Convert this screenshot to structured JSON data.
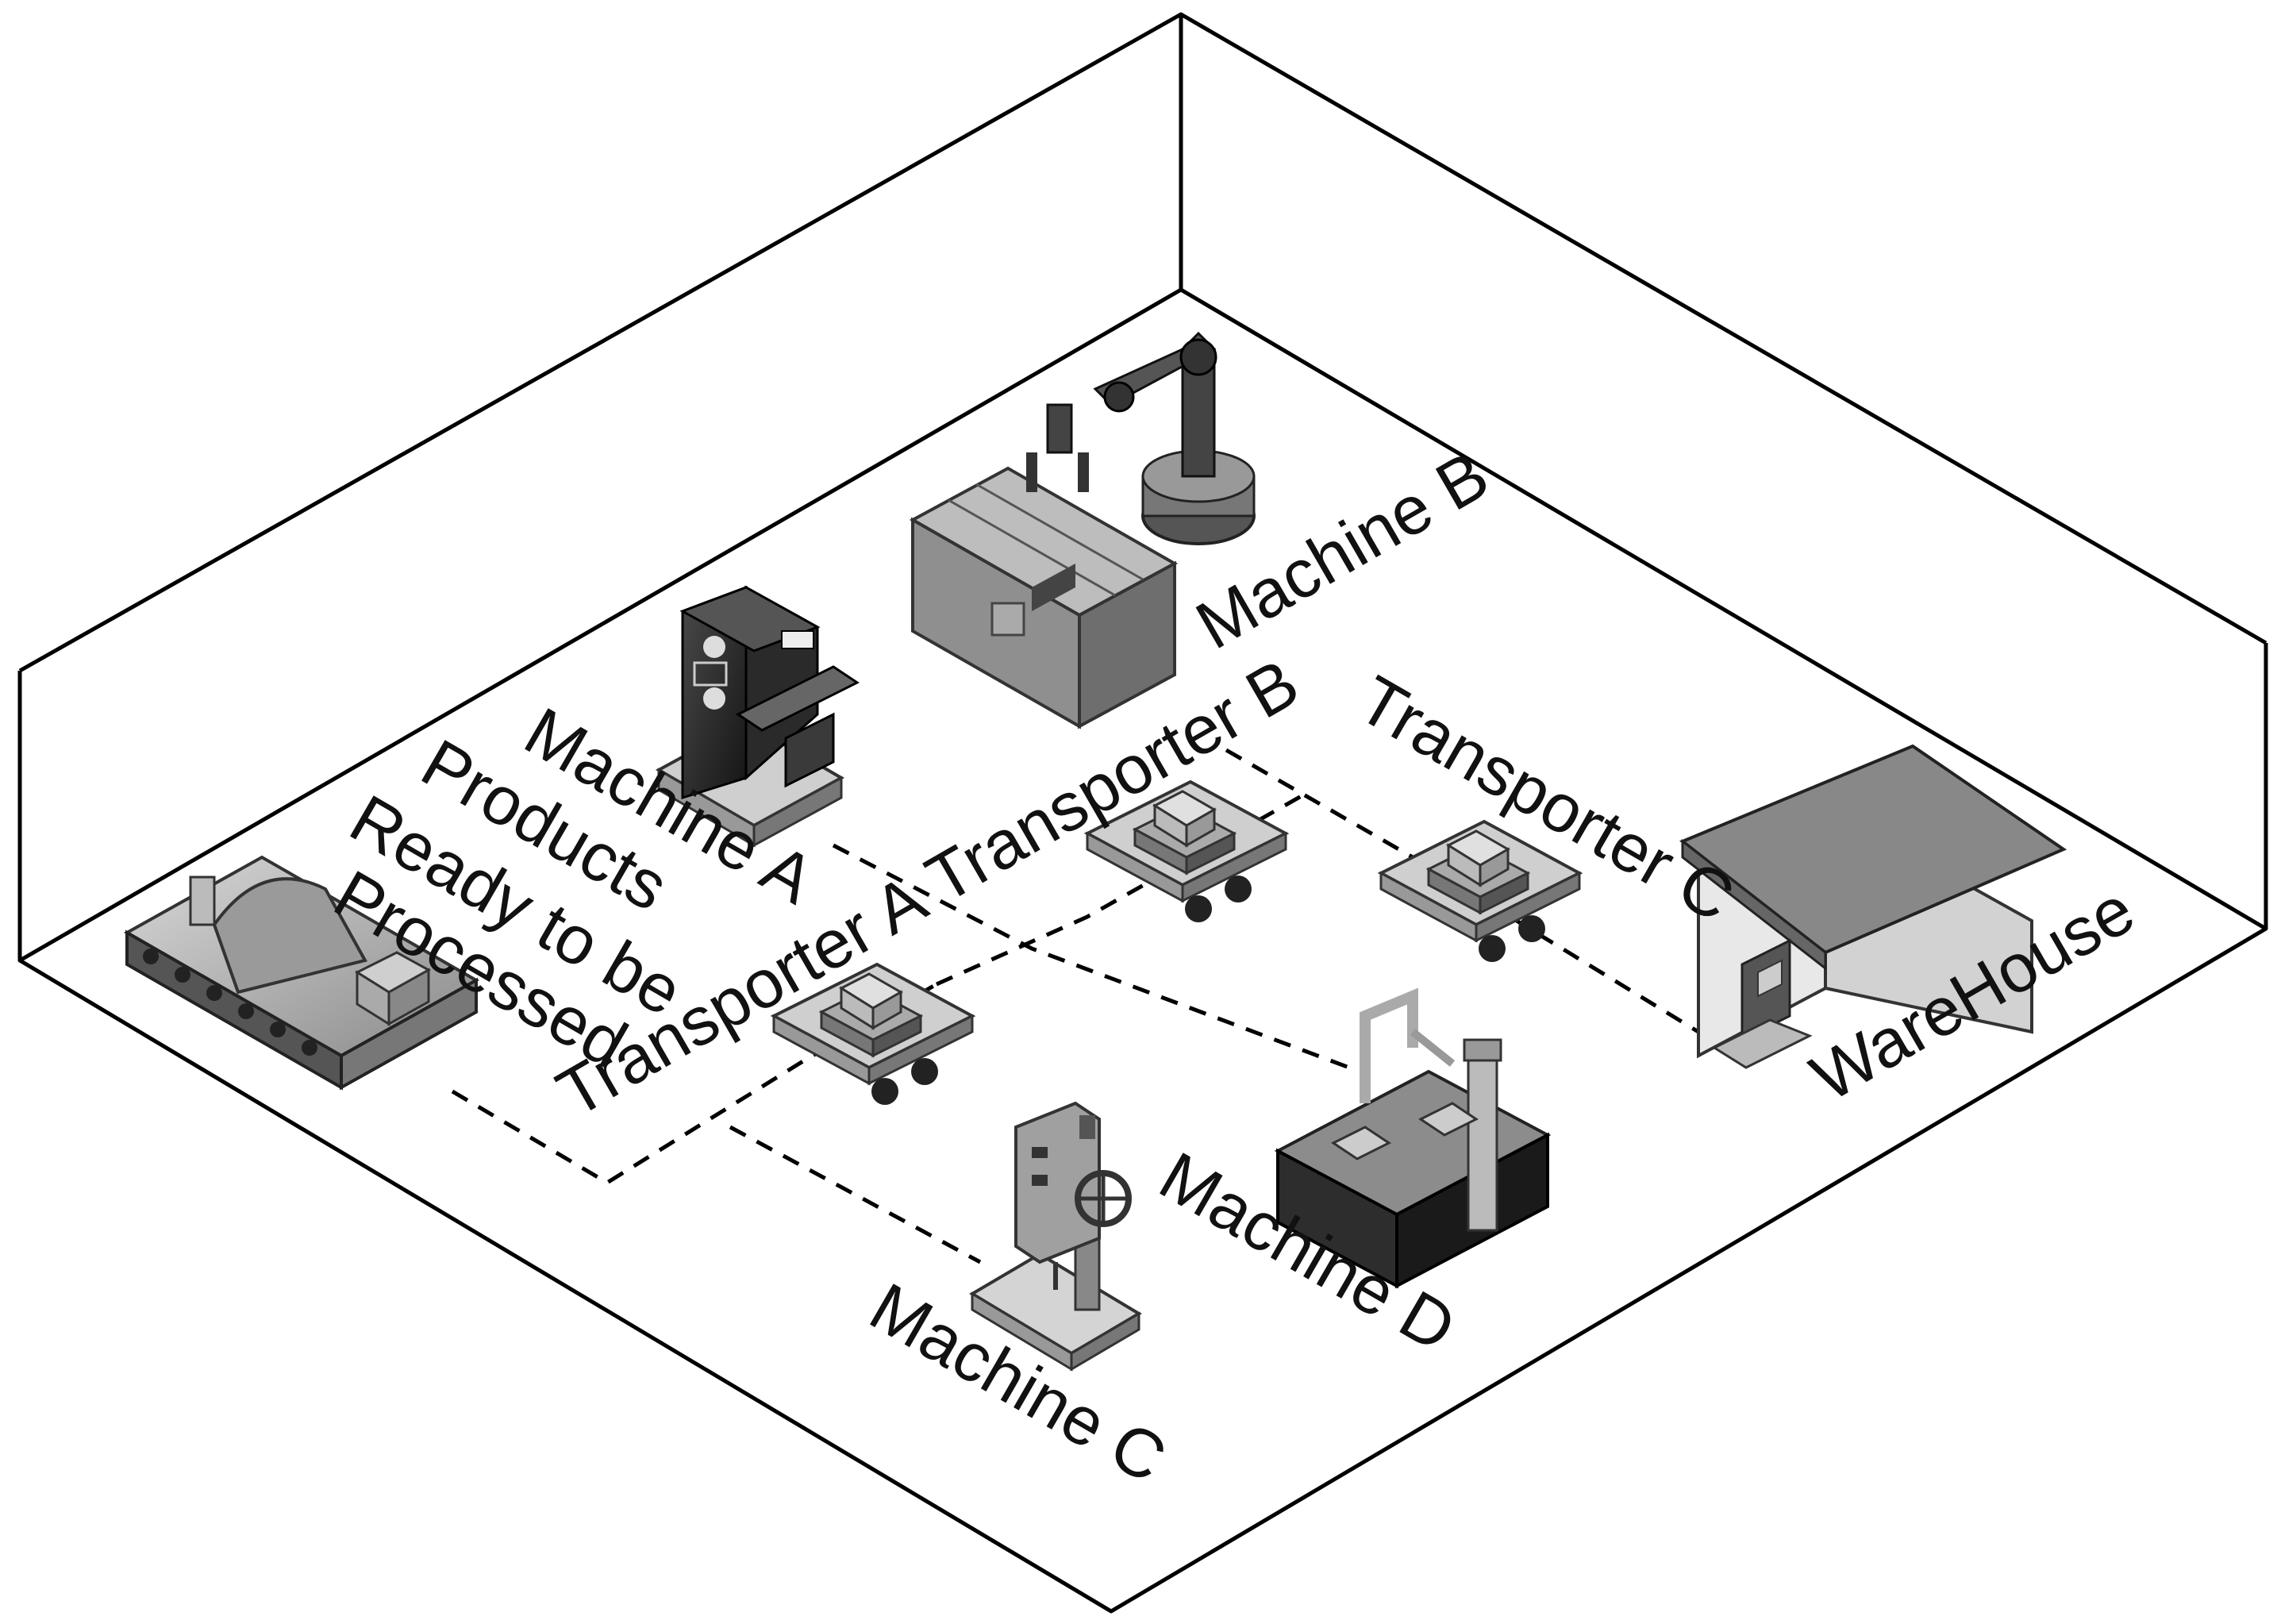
{
  "labels": {
    "machine_a": "Machine A",
    "machine_b": "Machine B",
    "machine_c": "Machine C",
    "machine_d": "Machine D",
    "transporter_a": "Transporter A",
    "transporter_b": "Transporter B",
    "transporter_c": "Transporter C",
    "warehouse": "WareHouse",
    "products_line1": "Products",
    "products_line2": "Ready to be",
    "products_line3": "Processed"
  },
  "icons": {
    "conveyor": "conveyor-belt-icon",
    "milling_machine": "milling-machine-icon",
    "robot_arm": "robot-arm-icon",
    "drill_press": "drill-press-icon",
    "assembly_station": "assembly-station-icon",
    "agv": "agv-cart-icon",
    "warehouse": "warehouse-icon"
  },
  "colors": {
    "stroke": "#000000",
    "background": "#ffffff"
  }
}
